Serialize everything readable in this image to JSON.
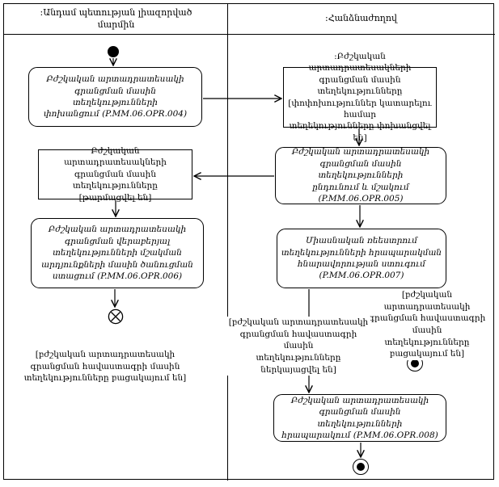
{
  "lanes": {
    "left": {
      "title": ":Անդամ պետության լիազորված\nմարմին"
    },
    "right": {
      "title": ":Հանձնաժողով"
    }
  },
  "nodes": {
    "opr004": {
      "label": "Բժշկական արտադրատեսակի\nգրանցման մասին տեղեկությունների\nփոխանցում (P.MM.06.OPR.004)"
    },
    "info_transferred": {
      "label": ":Բժշկական արտադրատեսակների\nգրանցման մասին տեղեկությունները\n[փոփոխություններ կատարելու համար\nտեղեկությունները փոխանցվել են]"
    },
    "opr005": {
      "label": "Բժշկական արտադրատեսակի\nգրանցման մասին տեղեկությունների\nընդունում և մշակում\n(P.MM.06.OPR.005)"
    },
    "info_updated": {
      "label": "Բժշկական արտադրատեսակների\nգրանցման մասին տեղեկությունները\n[թարմացվել են]"
    },
    "opr006": {
      "label": "Բժշկական արտադրատեսակի\nգրանցման վերաբերյալ\nտեղեկությունների մշակման\nարդյունքների մասին ծանուցման\nստացում (P.MM.06.OPR.006)"
    },
    "opr007": {
      "label": "Միասնական ռեեստրում\nտեղեկությունների հրապարակման\nհնարավորության ստուգում\n(P.MM.06.OPR.007)"
    },
    "opr008": {
      "label": "Բժշկական արտադրատեսակի\nգրանցման մասին տեղեկությունների\nհրապարակում (P.MM.06.OPR.008)"
    }
  },
  "guards": {
    "certificate_absent_left": "[բժշկական արտադրատեսակի\nգրանցման հավաստագրի մասին\nտեղեկությունները բացակայում են]",
    "certificate_submitted": "[բժշկական արտադրատեսակի\nգրանցման հավաստագրի մասին\nտեղեկությունները ներկայացվել են]",
    "certificate_absent_right": "[բժշկական արտադրատեսակի\nգրանցման հավաստագրի մասին\nտեղեկությունները բացակայում են]"
  },
  "colors": {
    "line": "#000000",
    "background": "#ffffff"
  }
}
